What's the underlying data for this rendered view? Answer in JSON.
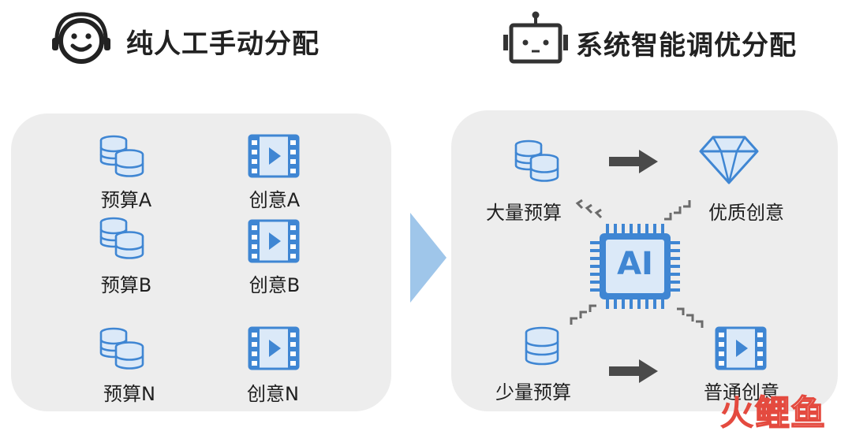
{
  "left": {
    "title": "纯人工手动分配",
    "rows": [
      {
        "budget": "预算A",
        "creative": "创意A"
      },
      {
        "budget": "预算B",
        "creative": "创意B"
      },
      {
        "budget": "预算N",
        "creative": "创意N"
      }
    ]
  },
  "right": {
    "title": "系统智能调优分配",
    "chip_label": "AI",
    "large_budget": "大量预算",
    "quality_creative": "优质创意",
    "small_budget": "少量预算",
    "normal_creative": "普通创意"
  },
  "watermark": {
    "part1": "火",
    "part2": "鲤鱼"
  },
  "colors": {
    "icon_blue": "#3f86d3",
    "icon_fill": "#dbe9f8",
    "arrow_gray": "#4a4a4a",
    "chevron": "#9fc6ea",
    "panel": "#ededed",
    "watermark_red": "#e44a3f"
  },
  "icons": [
    "smiley-headset-icon",
    "robot-icon",
    "coin-stack-icon",
    "video-frame-icon",
    "diamond-icon",
    "ai-chip-icon"
  ]
}
